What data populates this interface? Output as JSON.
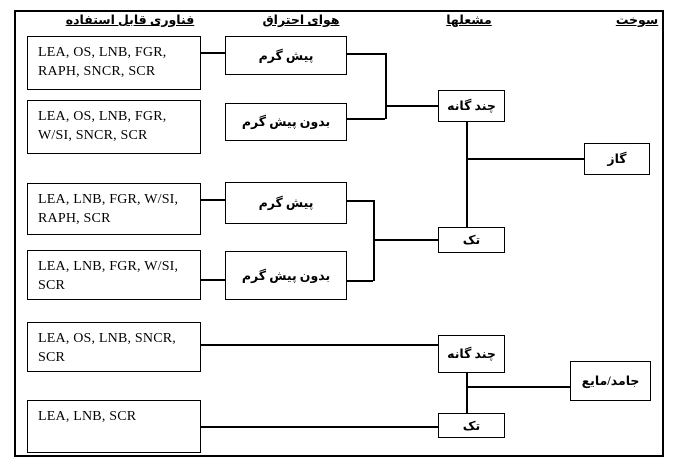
{
  "diagram": {
    "headers": {
      "technology": "فناوری قابل استفاده",
      "combustion_air": "هوای احتراق",
      "burners": "مشعلها",
      "fuel": "سوخت"
    },
    "tech_boxes": [
      {
        "lines": [
          "LEA, OS, LNB, FGR,",
          "RAPH, SNCR, SCR"
        ]
      },
      {
        "lines": [
          "LEA, OS, LNB, FGR,",
          "W/SI, SNCR, SCR"
        ]
      },
      {
        "lines": [
          "LEA, LNB, FGR, W/SI,",
          "RAPH, SCR"
        ]
      },
      {
        "lines": [
          "LEA, LNB, FGR, W/SI,",
          "SCR"
        ]
      },
      {
        "lines": [
          "LEA, OS, LNB, SNCR,",
          "SCR"
        ]
      },
      {
        "lines": [
          "LEA, LNB, SCR",
          ""
        ]
      }
    ],
    "air_boxes": [
      {
        "label": "پیش گرم"
      },
      {
        "label": "بدون پیش گرم"
      },
      {
        "label": "پیش گرم"
      },
      {
        "label": "بدون پیش گرم"
      }
    ],
    "burner_boxes": [
      {
        "label": "چند گانه"
      },
      {
        "label": "تک"
      },
      {
        "label": "چند گانه"
      },
      {
        "label": "تک"
      }
    ],
    "fuel_boxes": [
      {
        "label": "گاز"
      },
      {
        "label": "جامد/مایع"
      }
    ],
    "colors": {
      "line": "#000000",
      "background": "#ffffff",
      "text": "#000000"
    }
  }
}
